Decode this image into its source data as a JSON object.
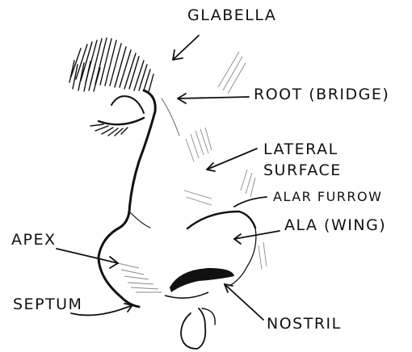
{
  "labels": {
    "glabella": "GLABELLA",
    "root": "ROOT (BRIDGE)",
    "lateral": "LATERAL",
    "surface": "SURFACE",
    "alar_furrow": "ALAR FURROW",
    "ala": "ALA (WING)",
    "apex": "APEX",
    "septum": "SEPTUM",
    "nostril": "NOSTRIL"
  },
  "colors": {
    "ink": "#111111",
    "shade": "#8a8a8a",
    "paper": "#ffffff"
  }
}
